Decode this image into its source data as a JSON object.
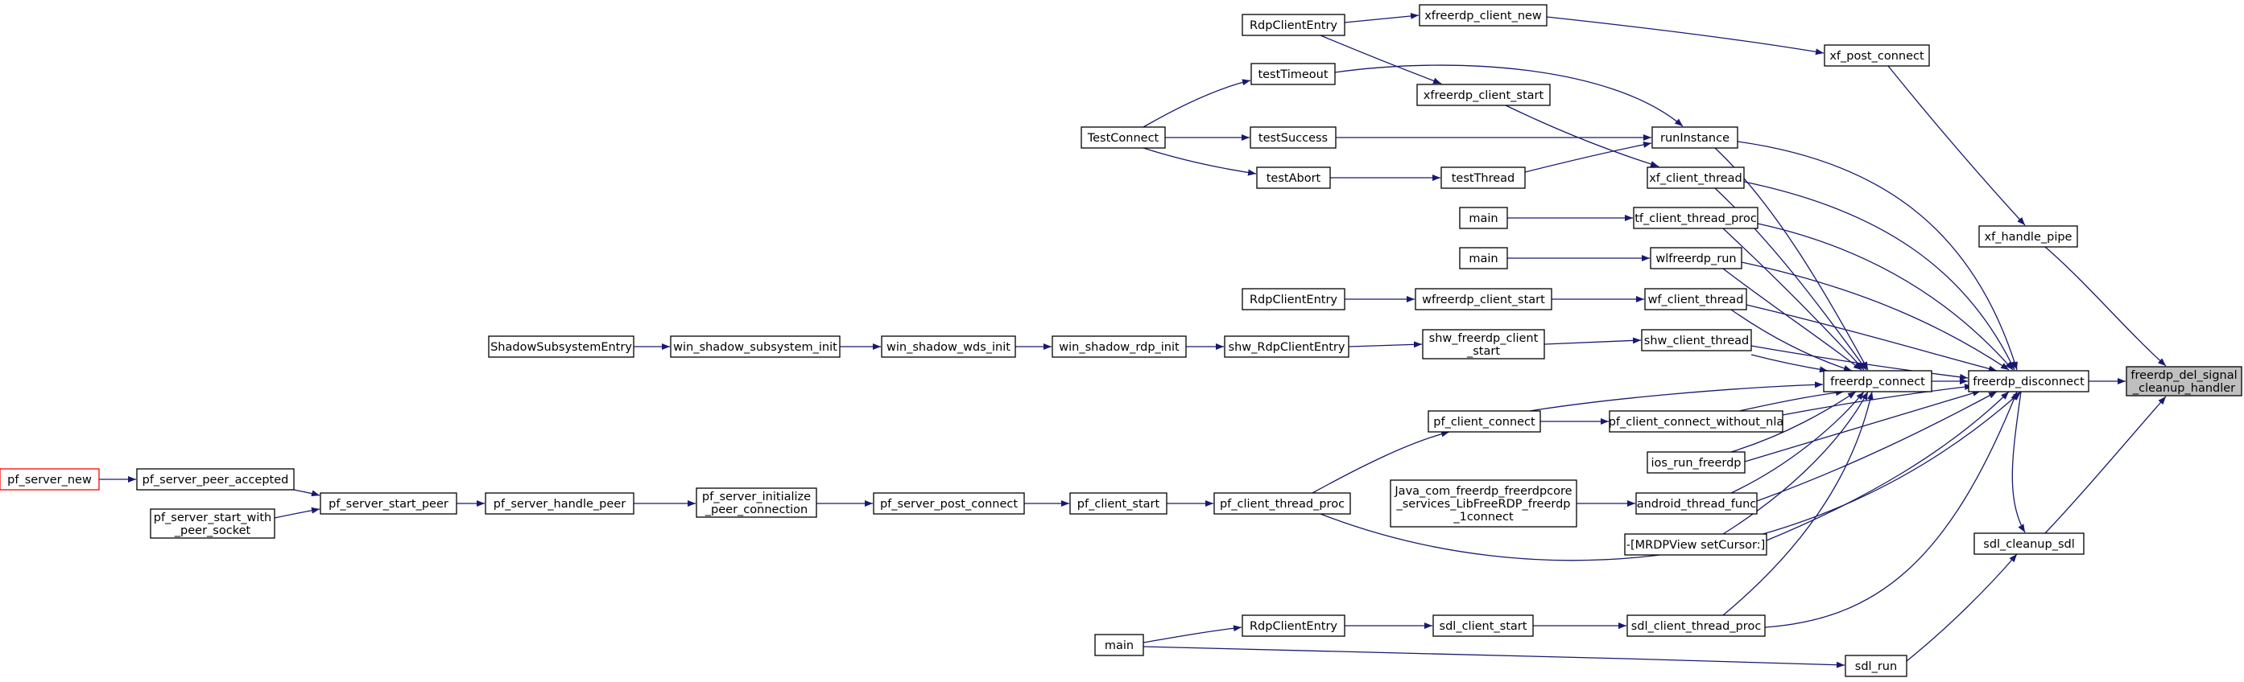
{
  "diagram": {
    "nodes": [
      {
        "id": "root",
        "lines": [
          "freerdp_del_signal",
          "_cleanup_handler"
        ]
      },
      {
        "id": "disconnect",
        "lines": [
          "freerdp_disconnect"
        ]
      },
      {
        "id": "xf_handle_pipe",
        "lines": [
          "xf_handle_pipe"
        ]
      },
      {
        "id": "sdl_cleanup_sdl",
        "lines": [
          "sdl_cleanup_sdl"
        ]
      },
      {
        "id": "xf_post_connect",
        "lines": [
          "xf_post_connect"
        ]
      },
      {
        "id": "xfreerdp_client_new",
        "lines": [
          "xfreerdp_client_new"
        ]
      },
      {
        "id": "rdp_entry_top",
        "lines": [
          "RdpClientEntry"
        ]
      },
      {
        "id": "connect",
        "lines": [
          "freerdp_connect"
        ]
      },
      {
        "id": "runInstance",
        "lines": [
          "runInstance"
        ]
      },
      {
        "id": "xf_client_thread",
        "lines": [
          "xf_client_thread"
        ]
      },
      {
        "id": "tf_client_thread_proc",
        "lines": [
          "tf_client_thread_proc"
        ]
      },
      {
        "id": "wlfreerdp_run",
        "lines": [
          "wlfreerdp_run"
        ]
      },
      {
        "id": "wf_client_thread",
        "lines": [
          "wf_client_thread"
        ]
      },
      {
        "id": "shw_client_thread",
        "lines": [
          "shw_client_thread"
        ]
      },
      {
        "id": "pf_client_connect_without_nla",
        "lines": [
          "pf_client_connect_without_nla"
        ]
      },
      {
        "id": "ios_run_freerdp",
        "lines": [
          "ios_run_freerdp"
        ]
      },
      {
        "id": "android_thread_func",
        "lines": [
          "android_thread_func"
        ]
      },
      {
        "id": "mrdpview",
        "lines": [
          "-[MRDPView setCursor:]"
        ]
      },
      {
        "id": "sdl_client_thread_proc",
        "lines": [
          "sdl_client_thread_proc"
        ]
      },
      {
        "id": "sdl_run",
        "lines": [
          "sdl_run"
        ]
      },
      {
        "id": "testTimeout",
        "lines": [
          "testTimeout"
        ]
      },
      {
        "id": "xfreerdp_client_start",
        "lines": [
          "xfreerdp_client_start"
        ]
      },
      {
        "id": "testSuccess",
        "lines": [
          "testSuccess"
        ]
      },
      {
        "id": "testThread",
        "lines": [
          "testThread"
        ]
      },
      {
        "id": "TestConnect",
        "lines": [
          "TestConnect"
        ]
      },
      {
        "id": "testAbort",
        "lines": [
          "testAbort"
        ]
      },
      {
        "id": "main_tf",
        "lines": [
          "main"
        ]
      },
      {
        "id": "main_wl",
        "lines": [
          "main"
        ]
      },
      {
        "id": "wfreerdp_client_start",
        "lines": [
          "wfreerdp_client_start"
        ]
      },
      {
        "id": "rdp_entry_wf",
        "lines": [
          "RdpClientEntry"
        ]
      },
      {
        "id": "shw_freerdp_client_start",
        "lines": [
          "shw_freerdp_client",
          "_start"
        ]
      },
      {
        "id": "shw_RdpClientEntry",
        "lines": [
          "shw_RdpClientEntry"
        ]
      },
      {
        "id": "win_shadow_rdp_init",
        "lines": [
          "win_shadow_rdp_init"
        ]
      },
      {
        "id": "win_shadow_wds_init",
        "lines": [
          "win_shadow_wds_init"
        ]
      },
      {
        "id": "win_shadow_subsystem_init",
        "lines": [
          "win_shadow_subsystem_init"
        ]
      },
      {
        "id": "ShadowSubsystemEntry",
        "lines": [
          "ShadowSubsystemEntry"
        ]
      },
      {
        "id": "pf_client_connect",
        "lines": [
          "pf_client_connect"
        ]
      },
      {
        "id": "pf_client_thread_proc",
        "lines": [
          "pf_client_thread_proc"
        ]
      },
      {
        "id": "pf_client_start",
        "lines": [
          "pf_client_start"
        ]
      },
      {
        "id": "pf_server_post_connect",
        "lines": [
          "pf_server_post_connect"
        ]
      },
      {
        "id": "pf_server_initialize_peer_connection",
        "lines": [
          "pf_server_initialize",
          "_peer_connection"
        ]
      },
      {
        "id": "pf_server_handle_peer",
        "lines": [
          "pf_server_handle_peer"
        ]
      },
      {
        "id": "pf_server_start_peer",
        "lines": [
          "pf_server_start_peer"
        ]
      },
      {
        "id": "pf_server_peer_accepted",
        "lines": [
          "pf_server_peer_accepted"
        ]
      },
      {
        "id": "pf_server_new",
        "lines": [
          "pf_server_new"
        ]
      },
      {
        "id": "pf_server_start_with_peer_socket",
        "lines": [
          "pf_server_start_with",
          "_peer_socket"
        ]
      },
      {
        "id": "java_libfreerdp",
        "lines": [
          "Java_com_freerdp_freerdpcore",
          "_services_LibFreeRDP_freerdp",
          "_1connect"
        ]
      },
      {
        "id": "sdl_client_start",
        "lines": [
          "sdl_client_start"
        ]
      },
      {
        "id": "rdp_entry_sdl",
        "lines": [
          "RdpClientEntry"
        ]
      },
      {
        "id": "main_sdl",
        "lines": [
          "main"
        ]
      }
    ]
  }
}
